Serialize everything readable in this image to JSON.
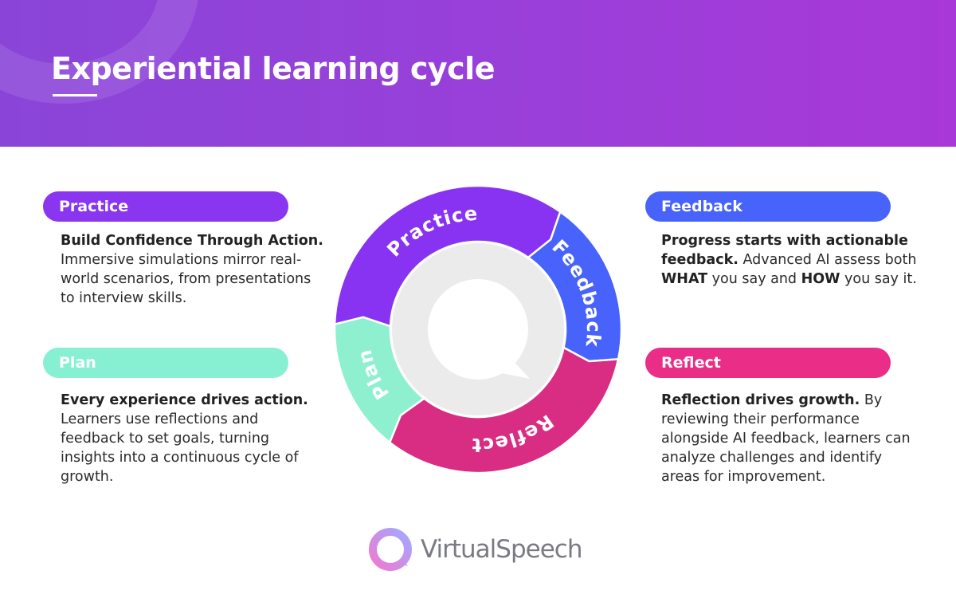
{
  "header": {
    "title": "Experiential learning cycle"
  },
  "colors": {
    "practice": "#8833f2",
    "feedback": "#4763fb",
    "reflect": "#d92d84",
    "plan": "#8ff0cf"
  },
  "cards": {
    "practice": {
      "label": "Practice",
      "bold": "Build Confidence Through Action.",
      "text": " Immersive simulations mirror real-world scenarios, from presentations to interview skills."
    },
    "plan": {
      "label": "Plan",
      "bold": "Every experience drives action.",
      "text": " Learners use reflections and feedback to set goals, turning insights into a continuous cycle of growth."
    },
    "feedback": {
      "label": "Feedback",
      "bold": "Progress starts with actionable feedback.",
      "t1": " Advanced AI assess both ",
      "what": "WHAT",
      "t2": " you say and ",
      "how": "HOW",
      "t3": " you say it."
    },
    "reflect": {
      "label": "Reflect",
      "bold": "Reflection drives growth.",
      "text": " By reviewing their performance alongside AI feedback, learners can analyze challenges and identify areas for improvement."
    }
  },
  "cycle": {
    "segments": [
      {
        "label": "Practice",
        "key": "practice",
        "start": 272,
        "end": 35
      },
      {
        "label": "Feedback",
        "key": "feedback",
        "start": 35,
        "end": 102
      },
      {
        "label": "Reflect",
        "key": "reflect",
        "start": 102,
        "end": 218
      },
      {
        "label": "Plan",
        "key": "plan",
        "start": 218,
        "end": 272
      }
    ]
  },
  "logo": {
    "name": "VirtualSpeech"
  }
}
